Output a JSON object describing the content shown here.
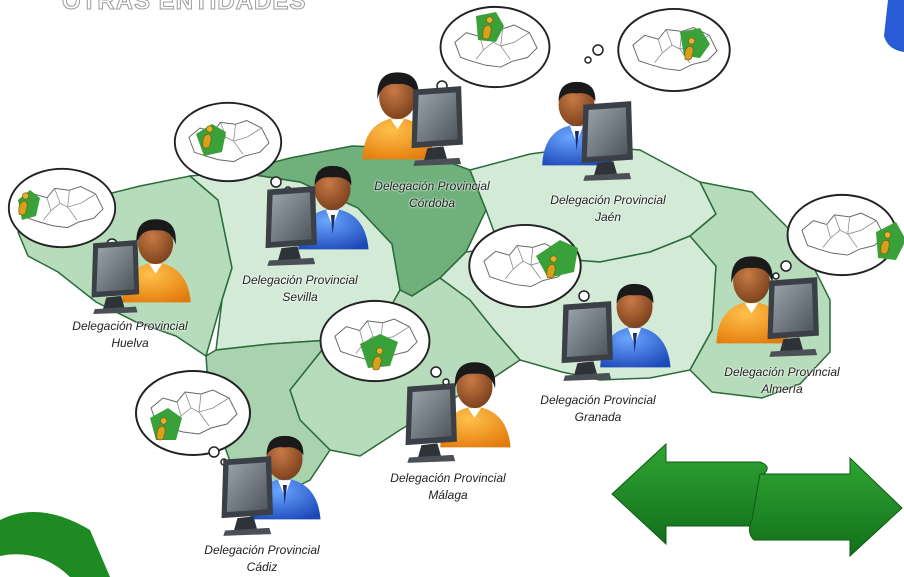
{
  "header": {
    "title": "OTRAS ENTIDADES"
  },
  "colors": {
    "region_light": "#cfe6d2",
    "region_mid": "#a9d3af",
    "region_dark": "#6fb07c",
    "border": "#2b6b3a",
    "arrow": "#1e8a22",
    "map_pin": "#3aa13a",
    "info_icon": "#d8a11b"
  },
  "delegations": [
    {
      "id": "huelva",
      "line1": "Delegación Provincial",
      "line2": "Huelva"
    },
    {
      "id": "sevilla",
      "line1": "Delegación Provincial",
      "line2": "Sevilla"
    },
    {
      "id": "cordoba",
      "line1": "Delegación Provincial",
      "line2": "Córdoba"
    },
    {
      "id": "jaen",
      "line1": "Delegación Provincial",
      "line2": "Jaén"
    },
    {
      "id": "granada",
      "line1": "Delegación Provincial",
      "line2": "Granada"
    },
    {
      "id": "almeria",
      "line1": "Delegación Provincial",
      "line2": "Almería"
    },
    {
      "id": "malaga",
      "line1": "Delegación Provincial",
      "line2": "Málaga"
    },
    {
      "id": "cadiz",
      "line1": "Delegación Provincial",
      "line2": "Cádiz"
    }
  ],
  "icons": [
    "user-at-computer-icon",
    "thought-bubble-map-icon",
    "double-arrow-icon",
    "logo-arc-icon"
  ]
}
